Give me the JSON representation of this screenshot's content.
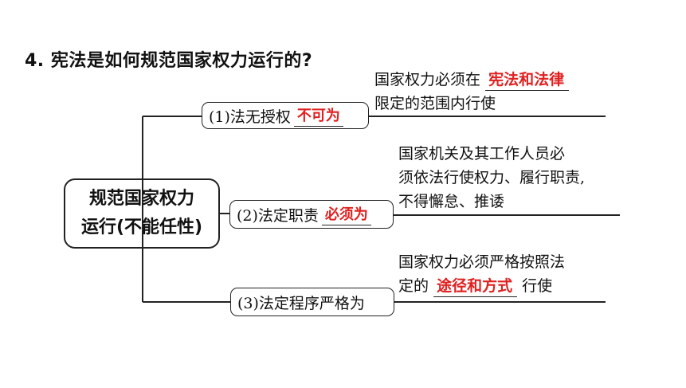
{
  "question": "4. 宪法是如何规范国家权力运行的?",
  "root": {
    "line1": "规范国家权力",
    "line2": "运行(不能任性)"
  },
  "branches": [
    {
      "label": "(1)法无授权",
      "answer": "不可为",
      "note_before": "国家权力必须在",
      "note_answer": "宪法和法律",
      "note_after": "限定的范围内行使"
    },
    {
      "label": "(2)法定职责",
      "answer": "必须为",
      "note_line1": "国家机关及其工作人员必",
      "note_line2": "须依法行使权力、履行职责,",
      "note_line3": "不得懈怠、推诿"
    },
    {
      "label": "(3)法定程序严格为",
      "note_line1": "国家权力必须严格按照法",
      "note_before": "定的",
      "note_answer": "途径和方式",
      "note_after": "行使"
    }
  ],
  "colors": {
    "answer": "#e02020",
    "line": "#222222"
  }
}
